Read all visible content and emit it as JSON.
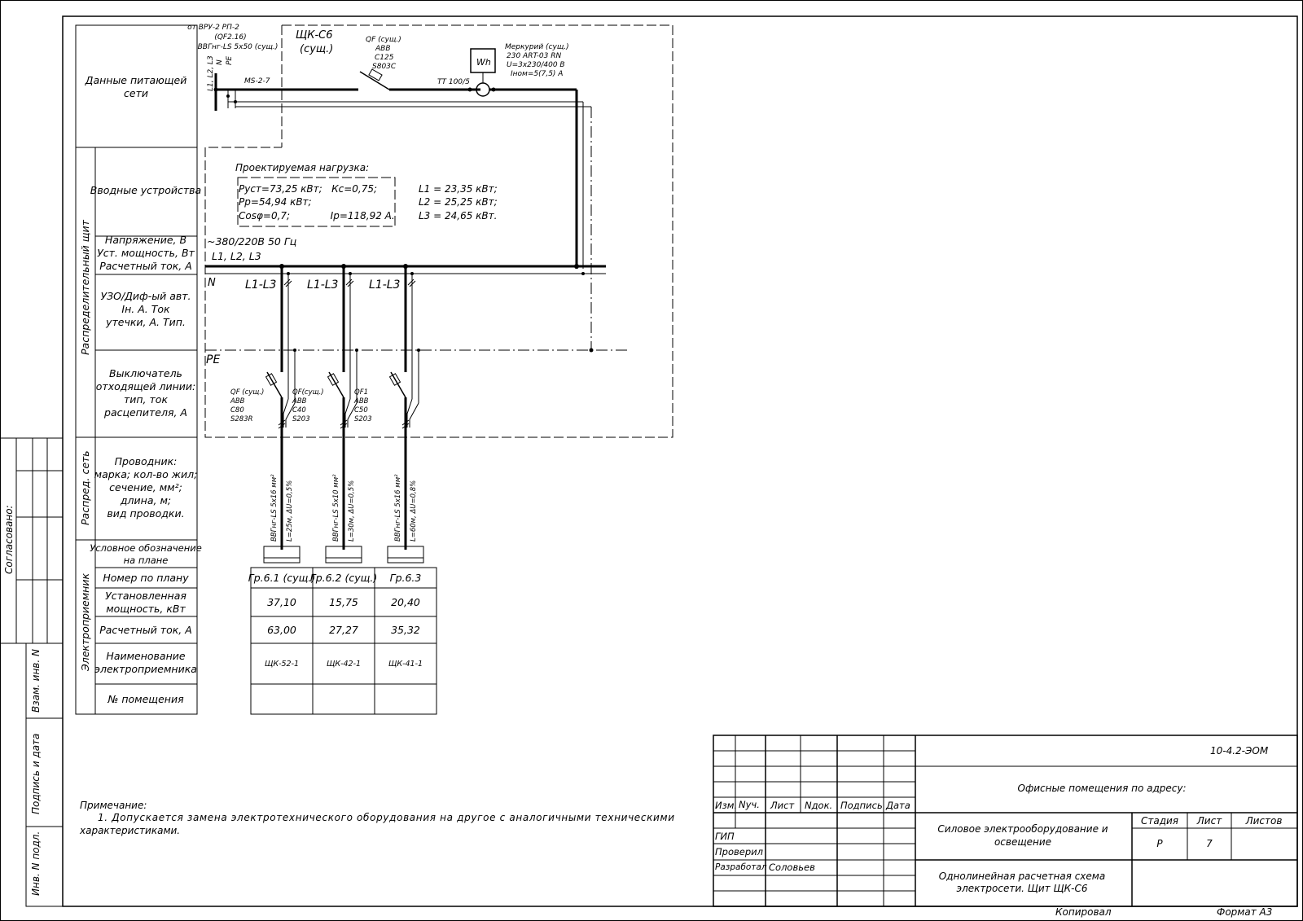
{
  "left_labels": {
    "agreed": "Согласовано:",
    "replaced_inv": "Взам. инв. N",
    "sign_date": "Подпись и дата",
    "inv_original": "Инв. N подл."
  },
  "sections": {
    "distribution_board": "Распределительный щит",
    "distribution_network": "Распред. сеть",
    "receiver": "Электроприемник"
  },
  "rows": {
    "supply": [
      "Данные питающей",
      "сети"
    ],
    "input": "Вводные устройства",
    "voltage": [
      "Напряжение, В",
      "Уст. мощность, Вт",
      "Расчетный ток, А"
    ],
    "rcd": [
      "УЗО/Диф-ый авт.",
      "Iн. А. Ток",
      "утечки, А. Тип."
    ],
    "breaker": [
      "Выключатель",
      "отходящей линии:",
      "тип, ток",
      "расцепителя, А"
    ],
    "conductor": [
      "Проводник:",
      "марка; кол-во жил;",
      "сечение, мм²;",
      "длина, м;",
      "вид проводки."
    ],
    "symbol": [
      "Условное обозначение",
      "на плане"
    ],
    "plan_number": "Номер по плану",
    "installed_power": [
      "Установленная",
      "мощность, кВт"
    ],
    "design_current": "Расчетный ток, А",
    "receiver_name": [
      "Наименование",
      "электроприемника"
    ],
    "room": "№ помещения"
  },
  "supply_info": {
    "source": [
      "от ВРУ-2 РП-2",
      "(QF2.16)",
      "ВВГнг-LS 5х50 (сущ.)"
    ],
    "panel": [
      "ЩК-С6",
      "(сущ.)"
    ],
    "conductors_label": "L1, L2, L3",
    "n_label": "N",
    "pe_label": "PE",
    "ms_label": "MS-2-7",
    "main_breaker": [
      "QF (сущ.)",
      "ABB",
      "C125",
      "S803C"
    ],
    "meter": [
      "Меркурий (сущ.)",
      "230 ART-03 RN",
      "U=3х230/400 В",
      "Iном=5(7,5) А"
    ],
    "meter_symbol": "Wh",
    "ct_label": "ТТ 100/5"
  },
  "load": {
    "title": "Проектируемая нагрузка:",
    "lines": [
      "Руст=73,25 кВт;   Кс=0,75;",
      "Рр=54,94 кВт;",
      "Cosφ=0,7;             Iр=118,92 А."
    ],
    "phases": [
      "L1 = 23,35 кВт;",
      "L2 = 25,25 кВт;",
      "L3 = 24,65 кВт."
    ]
  },
  "bus": {
    "voltage": "~380/220В 50 Гц",
    "phases": "L1, L2, L3",
    "n": "N",
    "pe": "PE",
    "group_phase": "L1-L3"
  },
  "groups": [
    {
      "breaker": [
        "QF (сущ.)",
        "ABB",
        "C80",
        "S283R"
      ],
      "cable": "ВВГнг-LS 5х16 мм²",
      "length": "L=25м, ΔU=0,5%",
      "plan_number": "Гр.6.1 (сущ.)",
      "power": "37,10",
      "current": "63,00",
      "name": "ЩК-52-1",
      "room": ""
    },
    {
      "breaker": [
        "QF(сущ.)",
        "ABB",
        "C40",
        "S203"
      ],
      "cable": "ВВГнг-LS 5х10 мм²",
      "length": "L=30м, ΔU=0,5%",
      "plan_number": "Гр.6.2 (сущ.)",
      "power": "15,75",
      "current": "27,27",
      "name": "ЩК-42-1",
      "room": ""
    },
    {
      "breaker": [
        "QF1",
        "ABB",
        "C50",
        "S203"
      ],
      "cable": "ВВГнг-LS 5х16 мм²",
      "length": "L=60м, ΔU=0,8%",
      "plan_number": "Гр.6.3",
      "power": "20,40",
      "current": "35,32",
      "name": "ЩК-41-1",
      "room": ""
    }
  ],
  "note": {
    "title": "Примечание:",
    "line1": "1. Допускается замена электротехнического оборудования на другое с аналогичными техническими",
    "line2": "характеристиками."
  },
  "title_block": {
    "code": "10-4.2-ЭОМ",
    "object": "Офисные помещения по адресу:",
    "headers": [
      "Изм.",
      "Nуч.",
      "Лист",
      "Nдок.",
      "Подпись",
      "Дата"
    ],
    "roles": [
      "ГИП",
      "Проверил",
      "Разработал"
    ],
    "developer": "Соловьев",
    "section": [
      "Силовое электрооборудование и",
      "освещение"
    ],
    "stage_header": "Стадия",
    "sheet_header": "Лист",
    "sheets_header": "Листов",
    "stage": "Р",
    "sheet": "7",
    "sheets": "",
    "drawing": [
      "Однолинейная расчетная схема",
      "электросети. Щит ЩК-С6"
    ],
    "copied": "Копировал",
    "format": "Формат А3"
  }
}
